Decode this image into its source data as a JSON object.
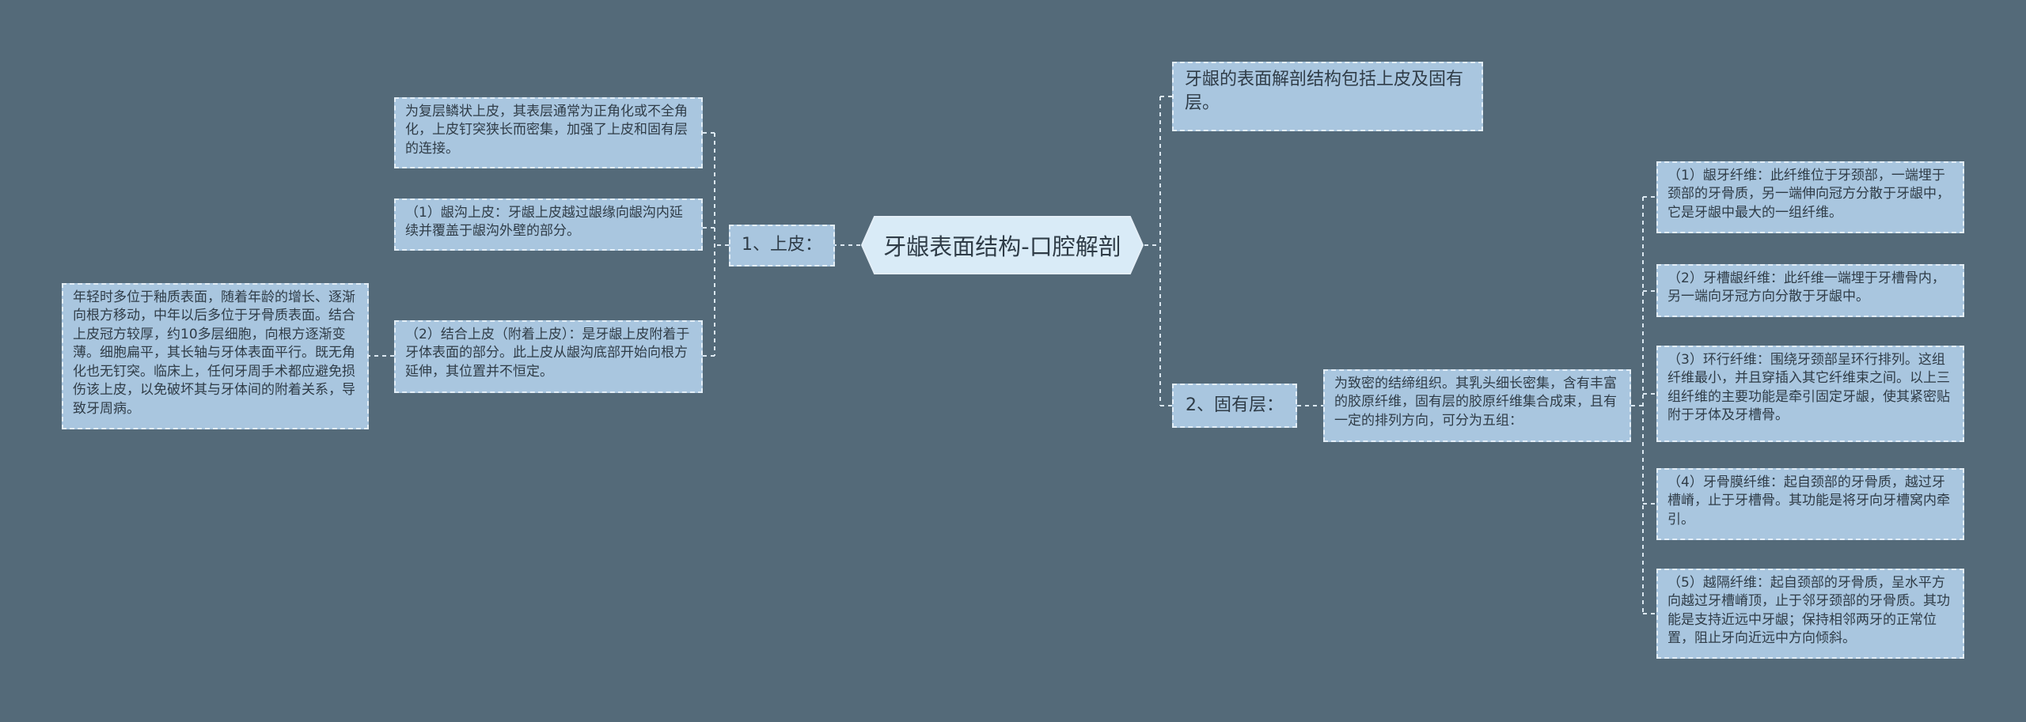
{
  "central_topic": "牙龈表面结构-口腔解剖",
  "intro_note": "牙龈的表面解剖结构包括上皮及固有层。",
  "branch_1": {
    "label": "1、上皮：",
    "items": [
      "为复层鳞状上皮，其表层通常为正角化或不全角化，上皮钉突狭长而密集，加强了上皮和固有层的连接。",
      "（1）龈沟上皮：牙龈上皮越过龈缘向龈沟内延续并覆盖于龈沟外壁的部分。",
      "（2）结合上皮（附着上皮）：是牙龈上皮附着于牙体表面的部分。此上皮从龈沟底部开始向根方延伸，其位置并不恒定。"
    ],
    "sub_note": "年轻时多位于釉质表面，随着年龄的增长、逐渐向根方移动，中年以后多位于牙骨质表面。结合上皮冠方较厚，约10多层细胞，向根方逐渐变薄。细胞扁平，其长轴与牙体表面平行。既无角化也无钉突。临床上，任何牙周手术都应避免损伤该上皮，以免破坏其与牙体间的附着关系，导致牙周病。"
  },
  "branch_2": {
    "label": "2、固有层：",
    "description": "为致密的结缔组织。其乳头细长密集，含有丰富的胶原纤维，固有层的胶原纤维集合成束，且有一定的排列方向，可分为五组：",
    "fibers": [
      "（1）龈牙纤维：此纤维位于牙颈部，一端埋于颈部的牙骨质，另一端伸向冠方分散于牙龈中，它是牙龈中最大的一组纤维。",
      "（2）牙槽龈纤维：此纤维一端埋于牙槽骨内，另一端向牙冠方向分散于牙龈中。",
      "（3）环行纤维：围绕牙颈部呈环行排列。这组纤维最小，并且穿插入其它纤维束之间。以上三组纤维的主要功能是牵引固定牙龈，使其紧密贴附于牙体及牙槽骨。",
      "（4）牙骨膜纤维：起自颈部的牙骨质，越过牙槽嵴，止于牙槽骨。其功能是将牙向牙槽窝内牵引。",
      "（5）越隔纤维：起自颈部的牙骨质，呈水平方向越过牙槽嵴顶，止于邻牙颈部的牙骨质。其功能是支持近远中牙龈；保持相邻两牙的正常位置，阻止牙向近远中方向倾斜。"
    ]
  },
  "colors": {
    "background": "#546a79",
    "node_fill": "#a9c6df",
    "center_fill": "#d9ebf7",
    "border": "#e3eef7",
    "connector": "#dbe7f0"
  }
}
